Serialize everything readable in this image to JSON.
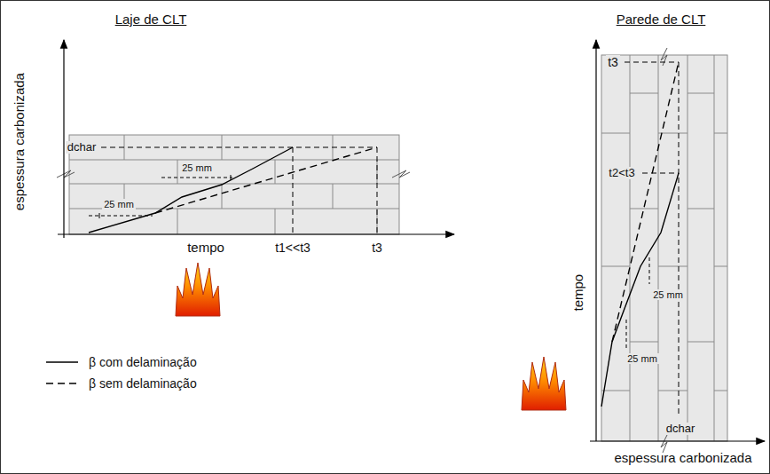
{
  "diagram": {
    "labels": [
      "Laje de CLT",
      "espessura carbonizada",
      "dchar",
      "25 mm",
      "25 mm",
      "tempo",
      "t1<<t3",
      "t3",
      "Parede de CLT",
      "t3",
      "t2<t3",
      "tempo",
      "25 mm",
      "25 mm",
      "dchar",
      "espessura carbonizada"
    ],
    "legend": [
      {
        "text": "β com delaminação"
      },
      {
        "text": "β sem delaminação"
      }
    ]
  }
}
